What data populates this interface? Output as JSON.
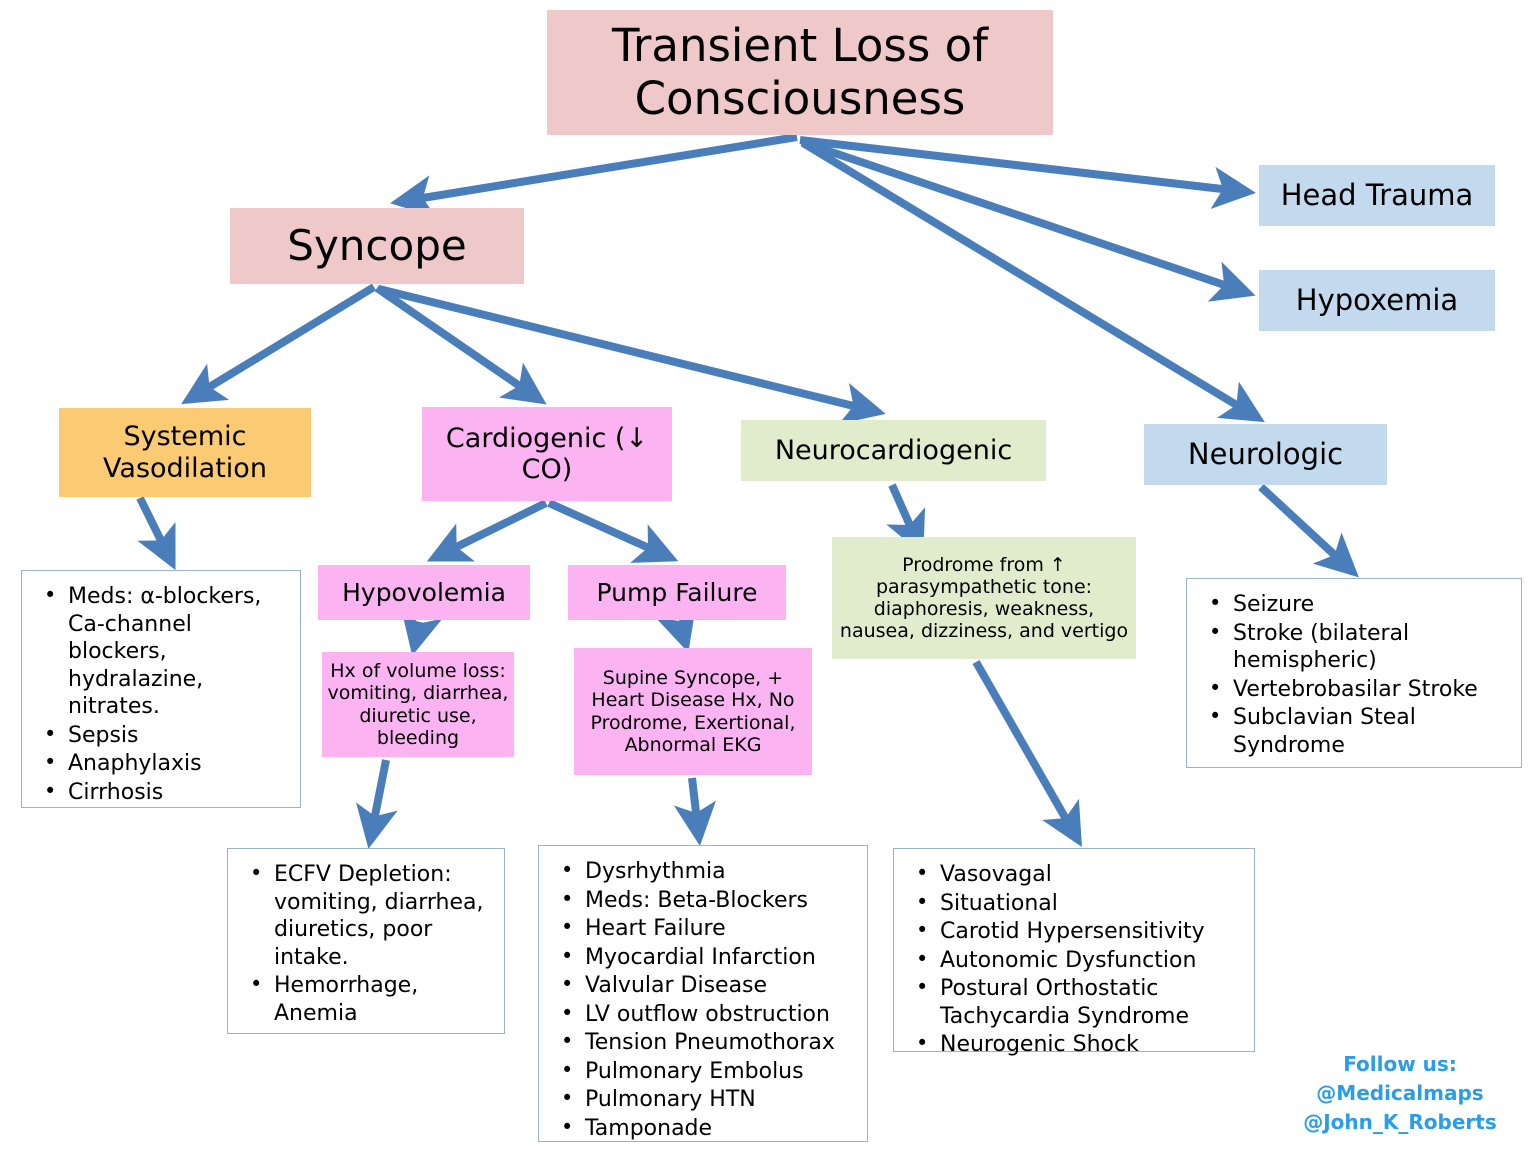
{
  "diagram": {
    "title": "Transient Loss of Consciousness",
    "nodes": {
      "root": "Transient Loss of Consciousness",
      "syncope": "Syncope",
      "head_trauma": "Head Trauma",
      "hypoxemia": "Hypoxemia",
      "neurologic": "Neurologic",
      "systemic_vasodilation": "Systemic Vasodilation",
      "cardiogenic": "Cardiogenic (↓ CO)",
      "neurocardiogenic": "Neurocardiogenic",
      "hypovolemia": "Hypovolemia",
      "pump_failure": "Pump Failure",
      "hypovolemia_detail": "Hx of volume loss: vomiting, diarrhea, diuretic use, bleeding",
      "pump_failure_detail": "Supine Syncope, + Heart Disease Hx, No Prodrome, Exertional, Abnormal EKG",
      "prodrome_detail": "Prodrome from ↑ parasympathetic tone: diaphoresis, weakness, nausea, dizziness, and vertigo"
    },
    "lists": {
      "systemic_vasodilation_causes": [
        "Meds: α-blockers, Ca-channel blockers, hydralazine, nitrates.",
        "Sepsis",
        "Anaphylaxis",
        "Cirrhosis"
      ],
      "hypovolemia_causes": [
        "ECFV Depletion: vomiting, diarrhea, diuretics, poor intake.",
        "Hemorrhage, Anemia"
      ],
      "cardiogenic_causes": [
        "Dysrhythmia",
        "Meds: Beta-Blockers",
        "Heart Failure",
        "Myocardial Infarction",
        "Valvular Disease",
        "LV outflow obstruction",
        "Tension Pneumothorax",
        "Pulmonary Embolus",
        "Pulmonary HTN",
        "Tamponade"
      ],
      "neurocardiogenic_causes": [
        "Vasovagal",
        "Situational",
        "Carotid Hypersensitivity",
        "Autonomic Dysfunction",
        "Postural Orthostatic Tachycardia Syndrome",
        "Neurogenic Shock"
      ],
      "neurologic_causes": [
        "Seizure",
        "Stroke (bilateral hemispheric)",
        "Vertebrobasilar Stroke",
        "Subclavian Steal Syndrome"
      ]
    },
    "footer": {
      "line1": "Follow us:",
      "line2": "@Medicalmaps",
      "line3": "@John_K_Roberts"
    },
    "colors": {
      "root_fill": "#efc9c9",
      "syncope_fill": "#efc9c9",
      "blue_fill": "#c3d9ee",
      "orange_fill": "#fbcb73",
      "magenta_fill": "#fbb3f2",
      "green_fill": "#e0eccc",
      "arrow": "#4a7ebb",
      "list_border": "#9ab3cc",
      "footer_text": "#2b9ce8"
    },
    "bullet_glyph": "•"
  }
}
